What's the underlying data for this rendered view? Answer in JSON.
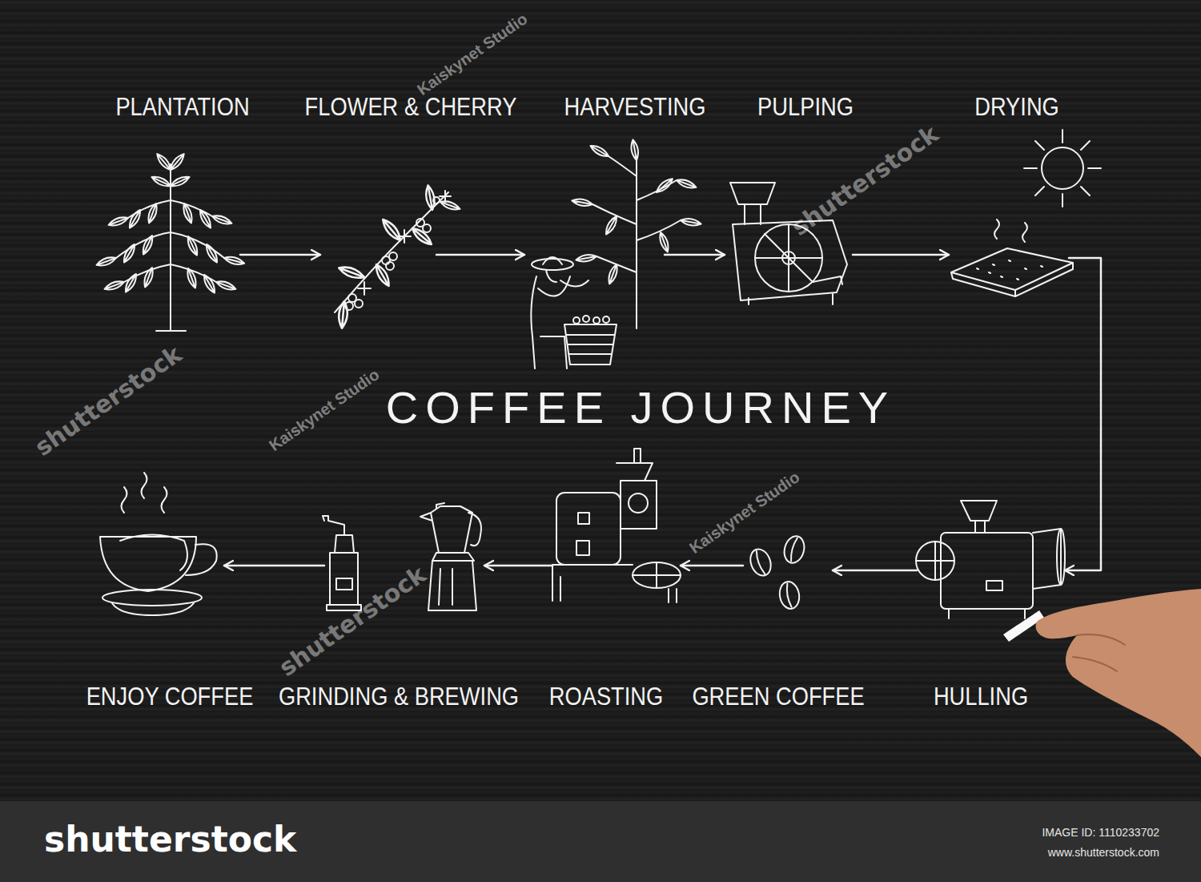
{
  "diagram": {
    "title": "COFFEE JOURNEY",
    "nodes": [
      {
        "text": [
          "PLANTATION"
        ]
      },
      {
        "text": [
          "FLOWER & CHERRY"
        ]
      },
      {
        "text": [
          "HARVESTING"
        ]
      },
      {
        "text": [
          "PULPING"
        ]
      },
      {
        "text": [
          "DRYING"
        ]
      },
      {
        "text": [
          "HULLING"
        ]
      },
      {
        "text": [
          "GREEN COFFEE"
        ]
      },
      {
        "text": [
          "ROASTING"
        ]
      },
      {
        "text": [
          "GRINDING & BREWING"
        ]
      },
      {
        "text": [
          "ENJOY COFFEE"
        ]
      }
    ],
    "edges": [
      {
        "from": 0,
        "to": 1,
        "arrow": "to"
      },
      {
        "from": 1,
        "to": 2,
        "arrow": "to"
      },
      {
        "from": 2,
        "to": 3,
        "arrow": "to"
      },
      {
        "from": 3,
        "to": 4,
        "arrow": "to"
      },
      {
        "from": 4,
        "to": 5,
        "arrow": "to"
      },
      {
        "from": 5,
        "to": 6,
        "arrow": "to"
      },
      {
        "from": 6,
        "to": 7,
        "arrow": "to"
      },
      {
        "from": 7,
        "to": 8,
        "arrow": "to"
      },
      {
        "from": 8,
        "to": 9,
        "arrow": "to"
      }
    ],
    "labels": [
      "shutterstock",
      "shutterstock",
      "shutterstock",
      "Kaiskynet Studio",
      "Kaiskynet Studio",
      "Kaiskynet Studio",
      "shutterstock",
      "IMAGE ID: 1110233702",
      "www.shutterstock.com"
    ]
  }
}
